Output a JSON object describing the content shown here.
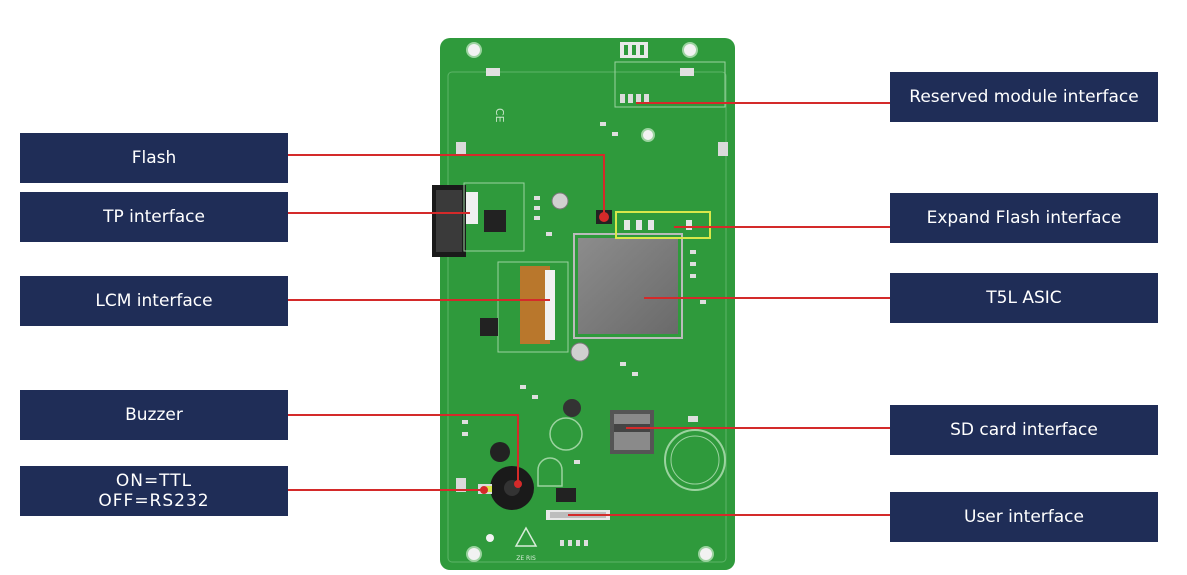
{
  "labels": {
    "flash": "Flash",
    "tp_interface": "TP interface",
    "lcm_interface": "LCM interface",
    "buzzer": "Buzzer",
    "switch_on": "ON=TTL",
    "switch_off": "OFF=RS232",
    "reserved_module_interface": "Reserved module interface",
    "expand_flash_interface": "Expand Flash interface",
    "t5l_asic": "T5L ASIC",
    "sd_card_interface": "SD card interface",
    "user_interface": "User interface"
  },
  "board_markings": {
    "warning_text": "ZE RIS"
  },
  "colors": {
    "label_bg": "#1f2d57",
    "leader_line": "#d42a2a",
    "pcb_green": "#2f9a3c",
    "highlight_box": "#d9e84a"
  }
}
